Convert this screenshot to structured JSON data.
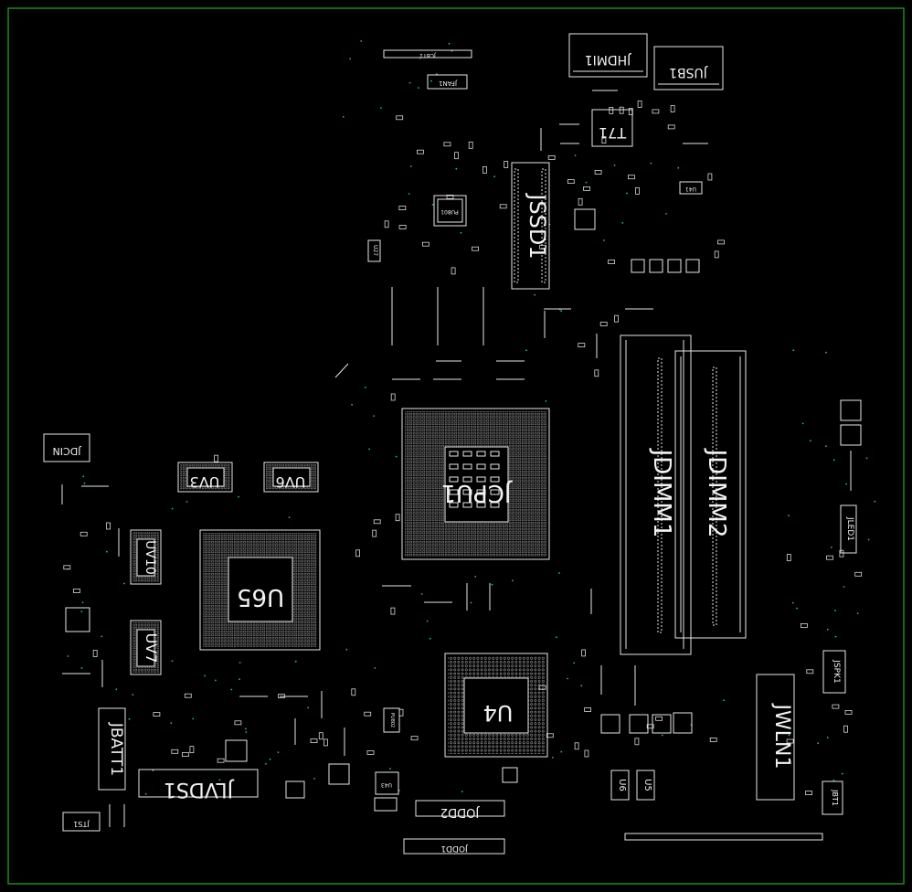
{
  "board": {
    "outline_color": "#1e8a1e",
    "silk_color": "#e6e6e6",
    "via_color": "#2bb3a5"
  },
  "labels": {
    "jcpu1": "JCPU1",
    "jdimm1": "JDIMM1",
    "jdimm2": "JDIMM2",
    "jssd1": "JSSD1",
    "u65": "U65",
    "u4": "U4",
    "uv3": "UV3",
    "uv6": "UV6",
    "uv10": "UV10",
    "uv7": "UV7",
    "jlvds1": "JLVDS1",
    "jbatt1": "JBATT1",
    "jwln1": "JWLN1",
    "jdcin": "JDCIN",
    "jhdmi1": "JHDMI1",
    "jusb1": "JUSB1",
    "t71": "T71",
    "jled1": "JLED1",
    "jspk1": "JSPK1",
    "jbt1": "JBT1",
    "u6": "U6",
    "u5": "U5",
    "jodd2": "JODD2",
    "jodd1": "JODD1",
    "jts1": "JTS1",
    "jfan1": "JFAN1",
    "jcbt1": "JCBT1",
    "u41": "U41",
    "u27": "U27",
    "pu801": "PU801",
    "u43": "U43",
    "pu802": "PU802"
  }
}
